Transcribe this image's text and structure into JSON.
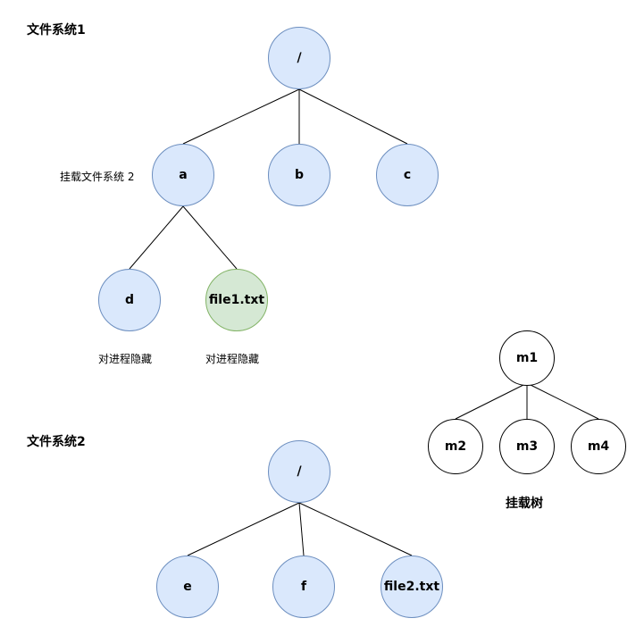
{
  "fs1": {
    "title": "文件系统1",
    "root": "/",
    "a": "a",
    "b": "b",
    "c": "c",
    "d": "d",
    "file1": "file1.txt",
    "mount_note": "挂载文件系统 2",
    "hidden_d": "对进程隐藏",
    "hidden_file1": "对进程隐藏"
  },
  "fs2": {
    "title": "文件系统2",
    "root": "/",
    "e": "e",
    "f": "f",
    "file2": "file2.txt"
  },
  "mount_tree": {
    "m1": "m1",
    "m2": "m2",
    "m3": "m3",
    "m4": "m4",
    "caption": "挂载树"
  },
  "colors": {
    "node_fill": "#dae8fc",
    "node_stroke": "#6c8ebf",
    "highlight_fill": "#d5e8d4",
    "highlight_stroke": "#82b366",
    "plain_fill": "#ffffff",
    "plain_stroke": "#000000"
  }
}
